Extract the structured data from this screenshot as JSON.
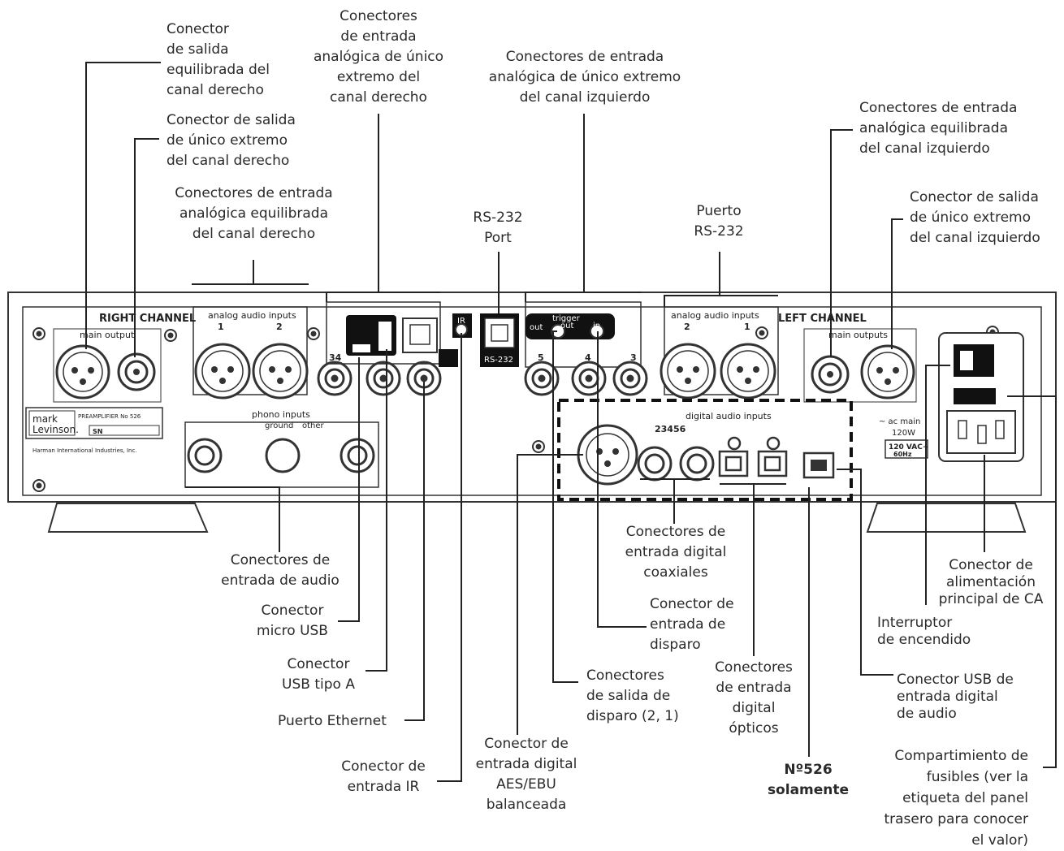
{
  "callouts": {
    "rc_bal_out": "Conector\nde salida\nequilibrada del\ncanal derecho",
    "rc_se_in": "Conectores\nde entrada\nanalógica de único\nextremo del\ncanal derecho",
    "lc_se_in": "Conectores de entrada\nanalógica de único extremo\ndel canal izquierdo",
    "lc_bal_in": "Conectores de entrada\nanalógica equilibrada\ndel canal izquierdo",
    "rc_se_out": "Conector de salida\nde único extremo\ndel canal derecho",
    "rc_bal_in": "Conectores de entrada\nanalógica equilibrada\ndel canal derecho",
    "rs232_port": "RS-232\nPort",
    "rs232_puerto": "Puerto\nRS-232",
    "lc_se_out": "Conector de salida\nde único extremo\ndel canal izquierdo",
    "audio_in": "Conectores de\nentrada de audio",
    "micro_usb": "Conector\nmicro USB",
    "usb_a": "Conector\nUSB tipo A",
    "ethernet": "Puerto Ethernet",
    "ir_in": "Conector de\nentrada IR",
    "aes_ebu": "Conector de\nentrada digital\nAES/EBU\nbalanceada",
    "trigger_out": "Conectores\nde salida de\ndisparo (2, 1)",
    "coax": "Conectores de\nentrada digital\ncoaxiales",
    "trigger_in": "Conector de\nentrada de\ndisparo",
    "optical": "Conectores\nde entrada\ndigital\nópticos",
    "model_only": "Nº526\nsolamente",
    "usb_digital": "Conector USB de\nentrada digital\nde audio",
    "ac_power": "Conector de\nalimentación\nprincipal de CA",
    "power_switch": "Interruptor\nde encendido",
    "fuse": "Compartimiento de\nfusibles (ver la\netiqueta del panel\ntrasero para conocer\nel valor)"
  },
  "panel": {
    "right_channel": "RIGHT CHANNEL",
    "left_channel": "LEFT CHANNEL",
    "analog_inputs_r": "analog audio inputs",
    "analog_inputs_l": "analog audio inputs",
    "main_output_r": "main output",
    "main_output_l": "main outputs",
    "phono_inputs": "phono inputs",
    "ground": "ground",
    "other": "other",
    "trigger": "trigger",
    "trig_out": "out",
    "trig_out2": "out",
    "trig_in": "in",
    "digital_inputs": "digital audio inputs",
    "digital_nums": "23456",
    "rs232": "RS-232",
    "ir": "IR",
    "ac_main": "~ ac main",
    "watts": "120W",
    "volts": "120 VAC~",
    "hz": "60Hz",
    "brand1": "mark",
    "brand2": "Levinson.",
    "brand_sub": "PREAMPLIFIER No 526",
    "sn": "SN",
    "harman": "Harman International Industries, Inc.",
    "n1": "1",
    "n2": "2",
    "n3": "2",
    "n4": "1",
    "n34": "34",
    "n5": "5",
    "n4b": "4",
    "n3b": "3"
  }
}
